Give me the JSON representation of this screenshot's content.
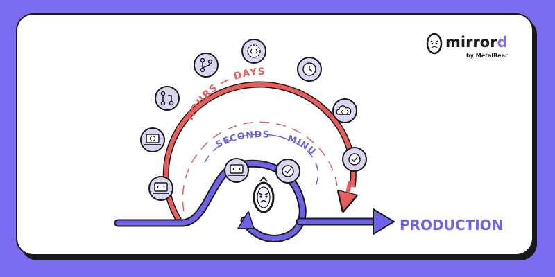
{
  "brand": {
    "name_main": "mirror",
    "name_accent": "d",
    "byline": "by MetalBear",
    "accent_color": "#7b6cf0"
  },
  "labels": {
    "slow_loop": "HOURS — DAYS",
    "fast_loop": "SECONDS — MINUTES",
    "destination": "PRODUCTION"
  },
  "colors": {
    "slow_loop": "#e85c5c",
    "fast_loop": "#6d62e8",
    "icon_fill": "#d9d6f2",
    "background": "#7b6cf0"
  },
  "slow_loop_icons": [
    "laptop-code-icon",
    "laptop-check-icon",
    "pull-request-icon",
    "branch-icon",
    "code-gear-icon",
    "clock-icon",
    "cloud-code-icon",
    "check-circle-icon"
  ],
  "fast_loop_icons": [
    "laptop-code-icon",
    "check-circle-icon"
  ]
}
